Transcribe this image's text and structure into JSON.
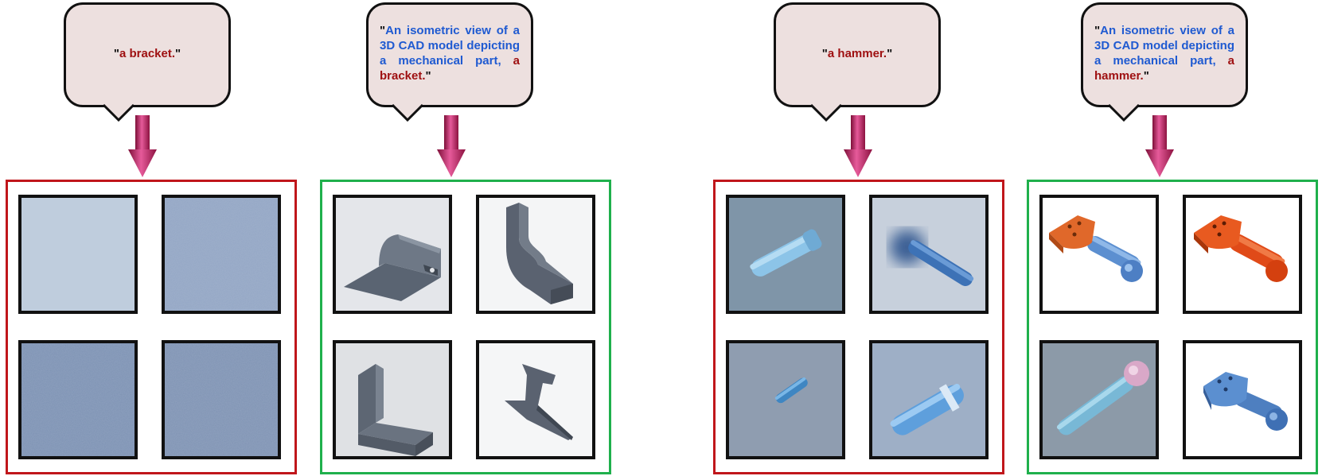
{
  "groups": [
    {
      "id": "bracket-plain",
      "prompt_parts": [
        {
          "text": "\"",
          "color": "black"
        },
        {
          "text": "a bracket.",
          "color": "red"
        },
        {
          "text": "\"",
          "color": "black"
        }
      ],
      "result": "failure",
      "tiles": [
        "blank-pale-blue",
        "blank-blue-noise",
        "blank-blue-noise-dark",
        "blank-blue-noise-dark"
      ]
    },
    {
      "id": "bracket-detailed",
      "prompt_parts": [
        {
          "text": "\"",
          "color": "black"
        },
        {
          "text": "An isometric view of a 3D CAD model depicting a mechanical part, ",
          "color": "blue"
        },
        {
          "text": "a bracket.",
          "color": "red"
        },
        {
          "text": "\"",
          "color": "black"
        }
      ],
      "result": "success",
      "tiles": [
        "cad-channel-bracket",
        "cad-s-bracket",
        "cad-l-bracket",
        "cad-flat-bracket"
      ]
    },
    {
      "id": "hammer-plain",
      "prompt_parts": [
        {
          "text": "\"",
          "color": "black"
        },
        {
          "text": "a hammer.",
          "color": "red"
        },
        {
          "text": "\"",
          "color": "black"
        }
      ],
      "result": "failure",
      "tiles": [
        "blue-cylinder",
        "blue-rod-shadow",
        "small-blue-rod",
        "blue-tube-split"
      ]
    },
    {
      "id": "hammer-detailed",
      "prompt_parts": [
        {
          "text": "\"",
          "color": "black"
        },
        {
          "text": "An isometric view of a 3D CAD model depicting a mechanical part, ",
          "color": "blue"
        },
        {
          "text": "a hammer.",
          "color": "red"
        },
        {
          "text": "\"",
          "color": "black"
        }
      ],
      "result": "success",
      "tiles": [
        "hammer-orange-blue",
        "hammer-red",
        "rod-pink-cap",
        "hammer-blue"
      ]
    }
  ],
  "colors": {
    "failure_border": "#c0161b",
    "success_border": "#1fb04c",
    "bubble_fill": "#ede0df",
    "prompt_blue": "#1f5ad1",
    "prompt_red": "#9e0f10",
    "arrow": "#a8184f"
  }
}
